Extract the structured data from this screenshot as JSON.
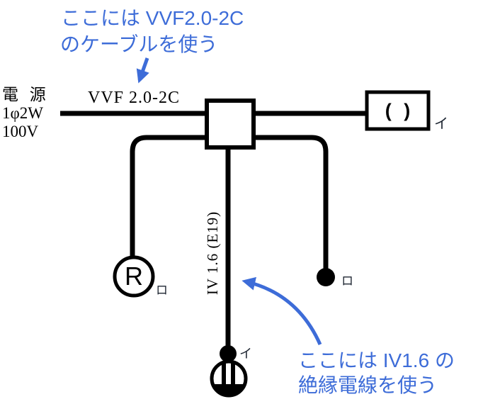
{
  "colors": {
    "ink": "#000000",
    "annotation_blue": "#3d6cd8",
    "device_label": "#1c2430",
    "background": "#ffffff"
  },
  "annotations": {
    "top": {
      "line1": "ここには VVF2.0-2C",
      "line2": "のケーブルを使う"
    },
    "bottom": {
      "line1": "ここには IV1.6 の",
      "line2": "絶縁電線を使う"
    }
  },
  "power_source": {
    "line1": "電 源",
    "line2": "1φ2W",
    "line3": "100V"
  },
  "wire_labels": {
    "cable": "VVF 2.0-2C",
    "insulated_wire": "IV 1.6 (E19)"
  },
  "devices": {
    "ceiling_rosette_square": {
      "symbol": "( )",
      "label": "イ"
    },
    "lamp_receptacle": {
      "symbol": "R",
      "label": "ロ"
    },
    "switch_center": {
      "label": "イ"
    },
    "switch_right": {
      "label": "ロ"
    }
  }
}
